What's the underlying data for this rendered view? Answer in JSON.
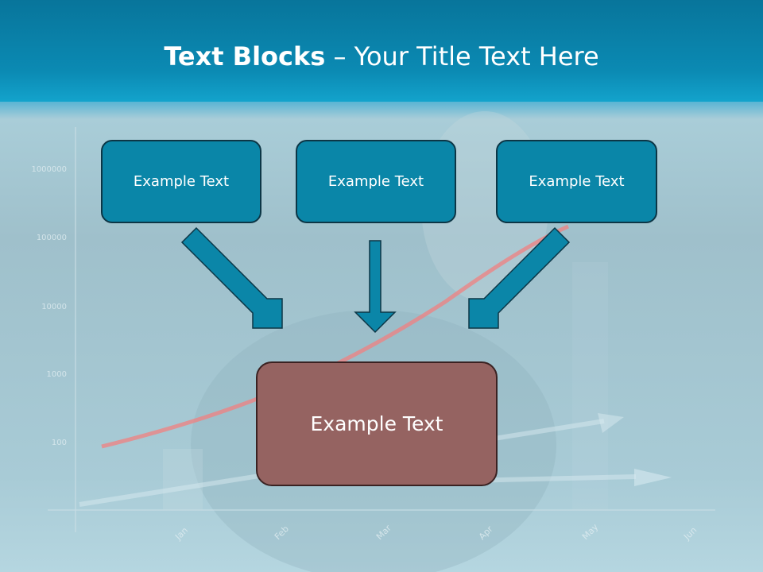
{
  "title": {
    "bold": "Text Blocks",
    "dash": " – ",
    "rest": "Your Title Text Here"
  },
  "blocks": [
    {
      "label": "Example Text"
    },
    {
      "label": "Example Text"
    },
    {
      "label": "Example Text"
    }
  ],
  "center_block": {
    "label": "Example Text"
  },
  "background_chart": {
    "y_ticks": [
      "1000000",
      "100000",
      "10000",
      "1000",
      "100"
    ],
    "x_ticks": [
      "Jan",
      "Feb",
      "Mar",
      "Apr",
      "May",
      "Jun"
    ]
  },
  "colors": {
    "block_fill": "#0a86a8",
    "center_fill": "#956361",
    "arrow": "#0b86a8"
  }
}
